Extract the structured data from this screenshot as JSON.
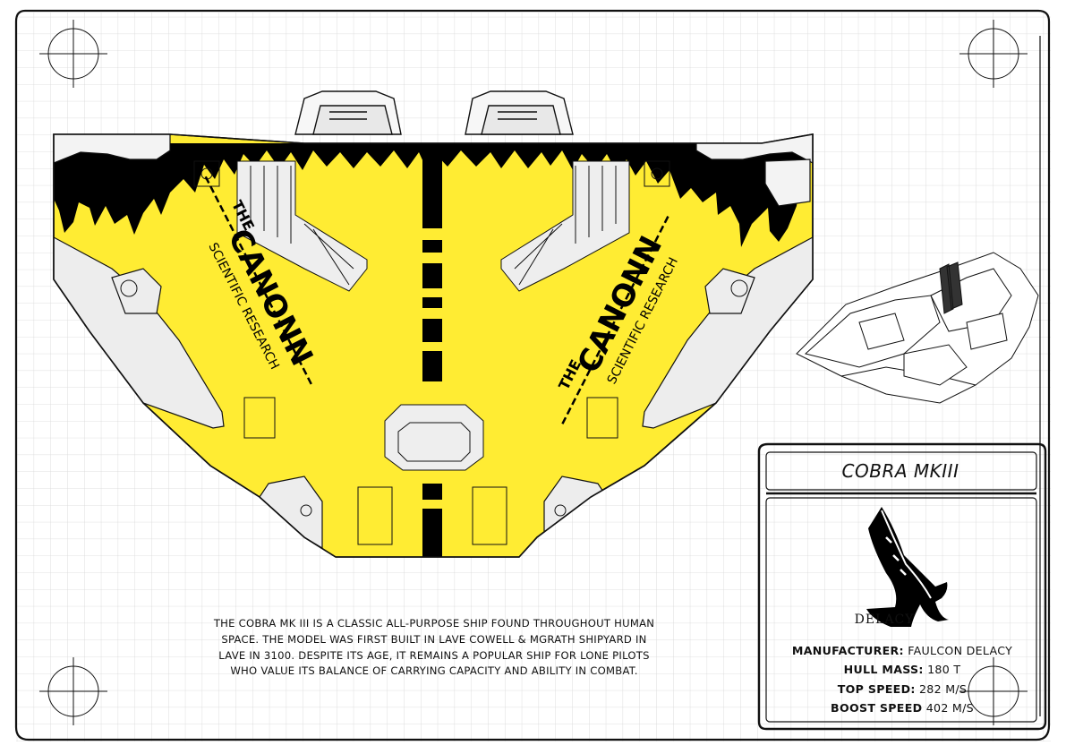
{
  "ship": {
    "name": "COBRA MKIII",
    "description_lines": [
      "THE COBRA MK III IS A CLASSIC ALL-PURPOSE SHIP FOUND THROUGHOUT HUMAN",
      "SPACE. THE MODEL WAS FIRST BUILT IN LAVE COWELL & MGRATH SHIPYARD IN",
      "LAVE IN 3100. DESPITE ITS AGE, IT REMAINS A POPULAR SHIP FOR LONE PILOTS",
      "WHO VALUE ITS BALANCE OF CARRYING CAPACITY AND ABILITY IN COMBAT."
    ]
  },
  "livery": {
    "prefix": "THE",
    "name": "CANONN",
    "subtitle": "SCIENTIFIC RESEARCH",
    "colors": {
      "primary": "#ffec33",
      "flames": "#000000",
      "panel": "#ededed"
    }
  },
  "manufacturer_logo": {
    "text": "DELACY",
    "icon": "falcon-icon"
  },
  "specs": [
    {
      "label": "MANUFACTURER:",
      "value": "FAULCON DELACY"
    },
    {
      "label": "HULL MASS:",
      "value": "180 T"
    },
    {
      "label": "TOP SPEED:",
      "value": "282 M/S"
    },
    {
      "label": "BOOST SPEED",
      "value": "402 M/S"
    }
  ],
  "colors": {
    "grid": "#c8c8c8",
    "ink": "#111111",
    "background": "#ffffff"
  }
}
